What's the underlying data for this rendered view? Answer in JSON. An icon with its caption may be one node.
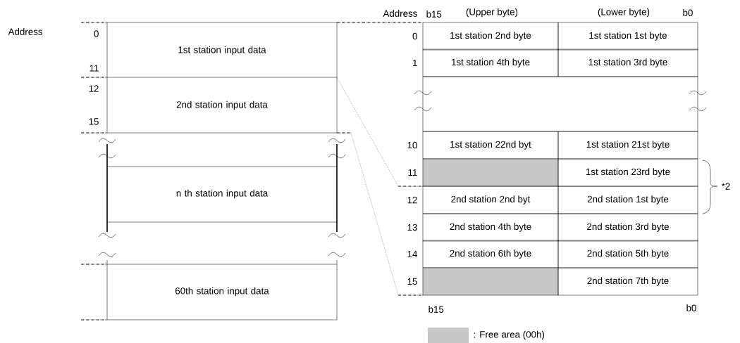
{
  "diagram": {
    "nodes": [
      {
        "text": [
          "1st station input data"
        ]
      },
      {
        "text": [
          "2nd station input data"
        ]
      },
      {
        "text": [
          "n th station input data"
        ]
      },
      {
        "text": [
          "60th station input data"
        ]
      }
    ],
    "labels": [
      "Address",
      "0",
      "11",
      "12",
      "15",
      "Address",
      "b15",
      "(Upper byte)",
      "(Lower byte)",
      "b0",
      "0",
      "1st station 2nd byte",
      "1st station 1st byte",
      "1",
      "1st station 4th byte",
      "1st station 3rd byte",
      "10",
      "1st station 22nd byt",
      "1st station 21st byte",
      "11",
      "1st station 23rd byte",
      "*2",
      "12",
      "2nd station 2nd byt",
      "2nd station 1st byte",
      "13",
      "2nd station 4th byte",
      "2nd station 3rd byte",
      "14",
      "2nd station 6th byte",
      "2nd station 5th byte",
      "15",
      "2nd station 7th byte",
      "b15",
      "b0"
    ],
    "legend": [
      {
        "text": ": Free area (00h)",
        "color": "#c8c8c8"
      }
    ]
  }
}
